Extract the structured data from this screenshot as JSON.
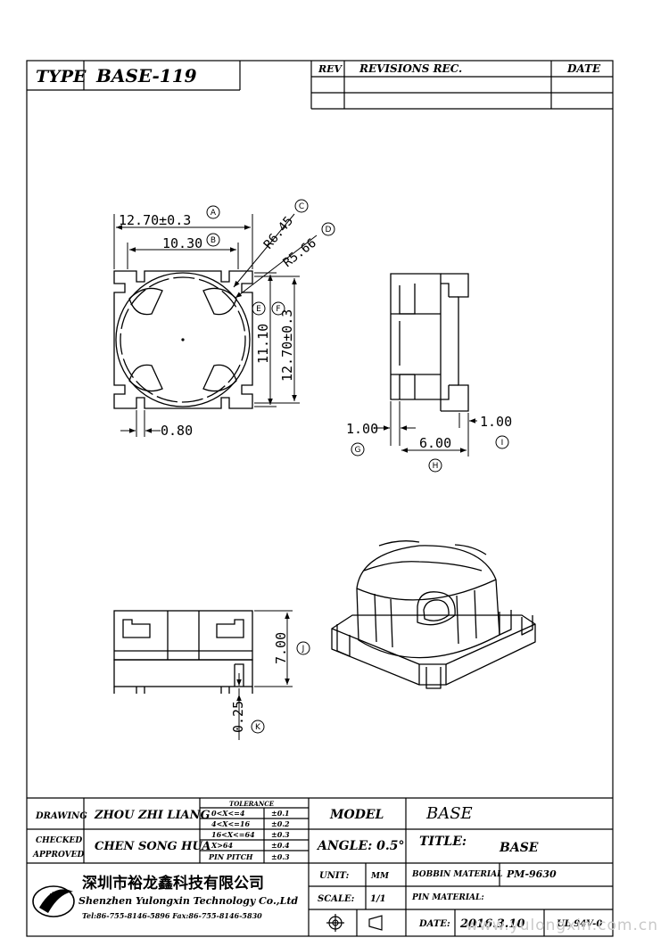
{
  "header": {
    "type_label": "TYPE",
    "type_value": "BASE-119",
    "rev_label": "REV",
    "revisions_label": "REVISIONS REC.",
    "date_label": "DATE"
  },
  "top_view": {
    "dim_a": "12.70±0.3",
    "dim_b": "10.30",
    "dim_c": "R6.45",
    "dim_d": "R5.66",
    "dim_e": "11.10",
    "dim_f": "12.70±0.3",
    "dim_bottom": "0.80",
    "mark_a": "A",
    "mark_b": "B",
    "mark_c": "C",
    "mark_d": "D",
    "mark_e": "E",
    "mark_f": "F"
  },
  "side_view": {
    "dim_g": "1.00",
    "dim_h": "6.00",
    "dim_i": "1.00",
    "mark_g": "G",
    "mark_h": "H",
    "mark_i": "I"
  },
  "front_view": {
    "dim_j": "7.00",
    "dim_k": "0.25",
    "mark_j": "J",
    "mark_k": "K"
  },
  "title_block": {
    "drawing_label": "DRAWING",
    "drawing_value": "ZHOU ZHI LIANG",
    "checked_label": "CHECKED",
    "approved_label": "APPROVED",
    "checked_value": "CHEN SONG HUA",
    "tolerance_title": "TOLERANCE",
    "tolerances": [
      {
        "range": "0<X<=4",
        "tol": "±0.1"
      },
      {
        "range": "4<X<=16",
        "tol": "±0.2"
      },
      {
        "range": "16<X<=64",
        "tol": "±0.3"
      },
      {
        "range": "X>64",
        "tol": "±0.4"
      },
      {
        "range": "PIN PITCH",
        "tol": "±0.3"
      }
    ],
    "model_label": "MODEL",
    "model_value": "BASE",
    "angle_label": "ANGLE: 0.5°",
    "title_label": "TITLE:",
    "title_value": "BASE",
    "company_cn": "深圳市裕龙鑫科技有限公司",
    "company_en": "Shenzhen Yulongxin Technology Co.,Ltd",
    "contact": "Tel:86-755-8146-5896  Fax:86-755-8146-5830",
    "unit_label": "UNIT:",
    "unit_value": "MM",
    "bobbin_label": "BOBBIN MATERIAL",
    "bobbin_value": "PM-9630",
    "scale_label": "SCALE:",
    "scale_value": "1/1",
    "pin_label": "PIN MATERIAL:",
    "pin_value": "",
    "date_label": "DATE:",
    "date_value": "2016.3.10",
    "ul_value": "UL 94V-0"
  },
  "watermark": "www.yulongxin.com.cn"
}
